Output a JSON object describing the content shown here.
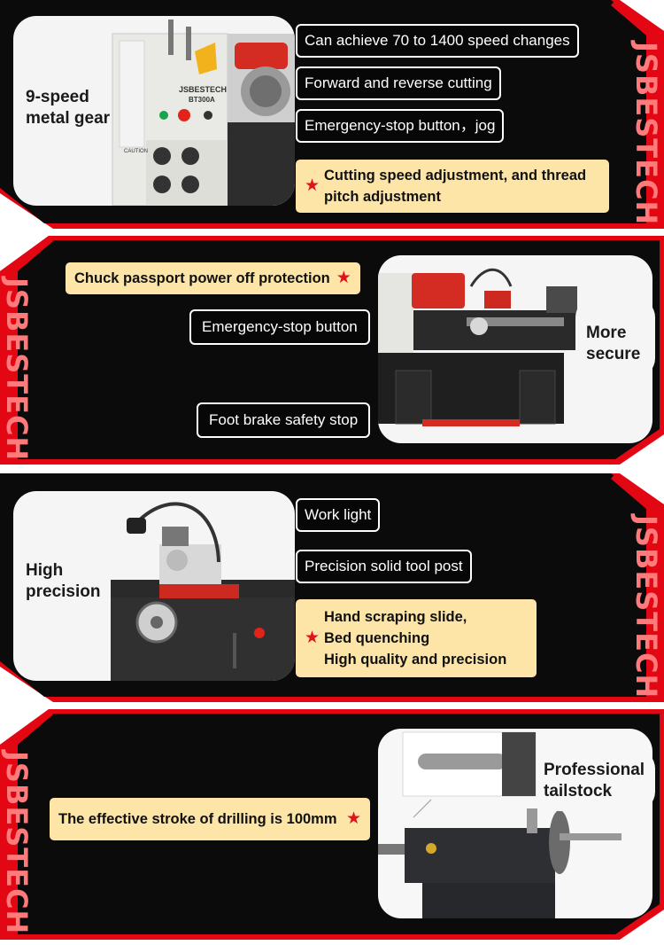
{
  "brand": "JSBESTECH",
  "panel1": {
    "side_label": [
      "9-speed",
      "metal gear"
    ],
    "machine_brand": "JSBESTECH",
    "machine_model": "BT300A",
    "caution": "CAUTION",
    "callouts": [
      "Can achieve 70 to 1400 speed changes",
      "Forward and reverse cutting",
      "Emergency-stop button，jog"
    ],
    "highlight": [
      "Cutting speed adjustment, and thread",
      "pitch adjustment"
    ]
  },
  "panel2": {
    "side_label": [
      "More",
      "secure"
    ],
    "highlight": "Chuck passport power off protection",
    "callouts": [
      "Emergency-stop button",
      "Foot brake safety stop"
    ]
  },
  "panel3": {
    "side_label": [
      "High",
      "precision"
    ],
    "callouts": [
      "Work light",
      "Precision solid tool post"
    ],
    "highlight": [
      "Hand scraping slide,",
      "Bed quenching",
      "High quality and precision"
    ]
  },
  "panel4": {
    "side_label": [
      "Professional",
      "tailstock"
    ],
    "highlight": "The effective stroke of drilling is 100mm"
  },
  "colors": {
    "panel_black": "#0b0b0b",
    "accent_red": "#e30613",
    "highlight_bg": "#fde5a8",
    "star": "#e0121b"
  }
}
